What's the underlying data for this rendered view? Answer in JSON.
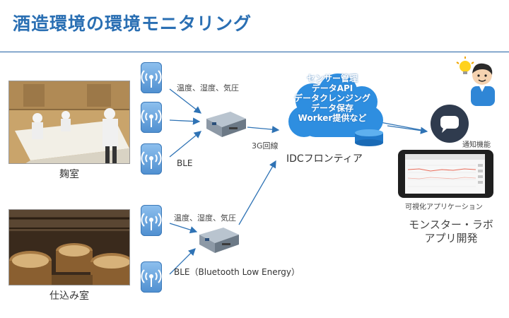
{
  "title": "酒造環境の環境モニタリング",
  "rooms": {
    "koji": "麹室",
    "shikomi": "仕込み室"
  },
  "top_sensor_label": "温度、湿度、気圧",
  "top_link_label": "BLE",
  "bottom_sensor_label": "温度、湿度、気圧",
  "bottom_link_label": "BLE（Bluetooth Low Energy）",
  "uplink_label": "3G回線",
  "cloud": {
    "lines": [
      "センサー管理",
      "データAPI",
      "データクレンジング",
      "データ保存",
      "Worker提供など"
    ],
    "provider": "IDCフロンティア"
  },
  "notification_label": "通知機能",
  "visualization_label": "可視化アプリケーション",
  "lab_lines": [
    "モンスター・ラボ",
    "アプリ開発"
  ],
  "colors": {
    "title": "#2a6fb3",
    "arrow": "#2f73b5",
    "cloud": "#2e8ee0",
    "ble_tag": "#5d9ad8"
  }
}
